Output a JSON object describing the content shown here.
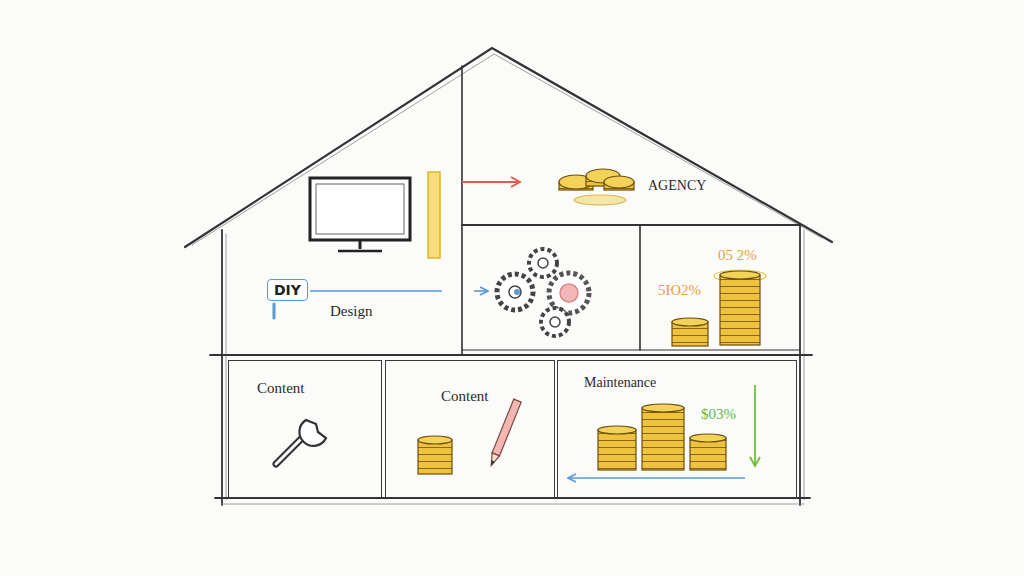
{
  "diagram": {
    "nodes": [
      {
        "text": [
          "Design"
        ]
      },
      {
        "text": [
          "DIY"
        ],
        "in": 0
      },
      {
        "text": [
          "AGENCY"
        ]
      },
      {
        "text": [
          "05 2%",
          "5Ю2%"
        ]
      },
      {
        "text": [
          "Content"
        ]
      },
      {
        "text": [
          "Content"
        ]
      },
      {
        "text": [
          "Maintenance",
          "$03%"
        ]
      }
    ],
    "edges": [
      {
        "from": 0,
        "to": 2,
        "arrow": "to"
      }
    ]
  }
}
